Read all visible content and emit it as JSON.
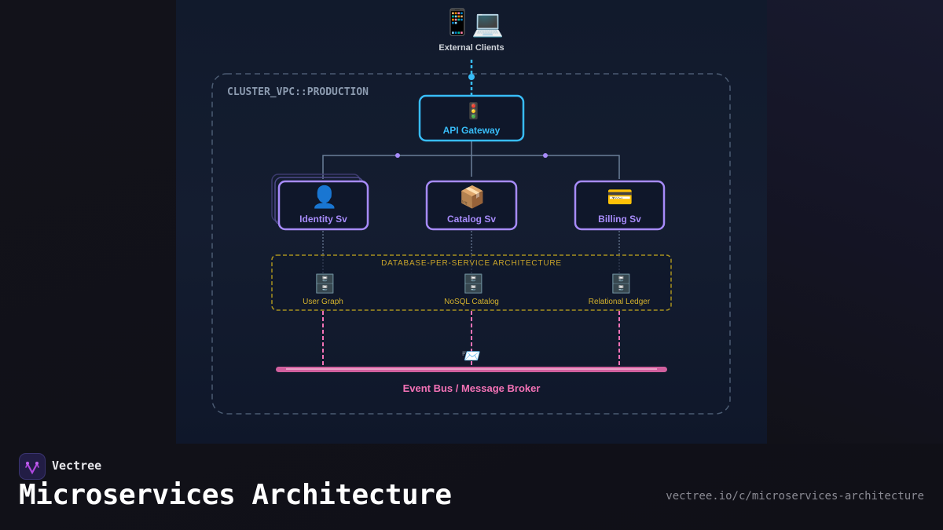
{
  "diagram": {
    "clients": {
      "label": "External Clients",
      "icons": [
        "📱",
        "💻"
      ]
    },
    "cluster": {
      "label": "CLUSTER_VPC::PRODUCTION"
    },
    "gateway": {
      "label": "API Gateway",
      "icon": "🚦"
    },
    "services": [
      {
        "label": "Identity Sv",
        "icon": "👤",
        "stacked": true
      },
      {
        "label": "Catalog Sv",
        "icon": "📦",
        "stacked": false
      },
      {
        "label": "Billing Sv",
        "icon": "💳",
        "stacked": false
      }
    ],
    "databases": {
      "label": "DATABASE-PER-SERVICE ARCHITECTURE",
      "items": [
        {
          "label": "User Graph",
          "icon": "🗄️"
        },
        {
          "label": "NoSQL Catalog",
          "icon": "🗄️"
        },
        {
          "label": "Relational Ledger",
          "icon": "🗄️"
        }
      ]
    },
    "event_bus": {
      "label": "Event Bus / Message Broker",
      "icon": "📨"
    },
    "colors": {
      "gateway": "#38bdf8",
      "service": "#a78bfa",
      "database": "#eab308",
      "event_bus": "#f472b6",
      "cluster_border": "#4b5b72",
      "connector": "#6b7f99"
    }
  },
  "footer": {
    "brand": "Vectree",
    "title": "Microservices Architecture",
    "url": "vectree.io/c/microservices-architecture"
  }
}
